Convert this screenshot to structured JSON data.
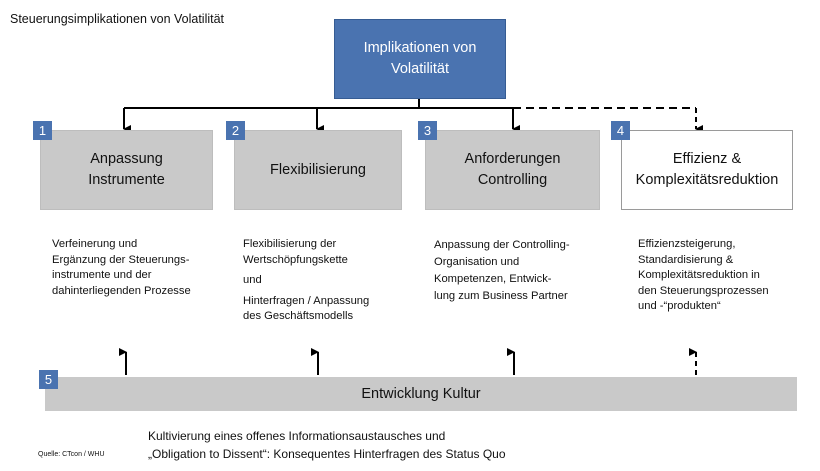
{
  "title": "Steuerungsimplikationen  von Volatilität",
  "center": {
    "line1": "Implikationen von",
    "line2": "Volatilität"
  },
  "areas": [
    {
      "number": "1",
      "line1": "Anpassung",
      "line2": "Instrumente",
      "desc": [
        "Verfeinerung und",
        "Ergänzung der Steuerungs-",
        "instrumente und der",
        "dahinterliegenden Prozesse"
      ]
    },
    {
      "number": "2",
      "line1": "Flexibilisierung",
      "line2": "",
      "desc": [
        "Flexibilisierung der",
        "Wertschöpfungskette",
        "und",
        "Hinterfragen / Anpassung",
        "des Geschäftsmodells"
      ]
    },
    {
      "number": "3",
      "line1": "Anforderungen",
      "line2": "Controlling",
      "desc": [
        "Anpassung der Controlling-",
        "Organisation und",
        "Kompetenzen,  Entwick-",
        "lung zum Business Partner"
      ]
    },
    {
      "number": "4",
      "line1": "Effizienz &",
      "line2": "Komplexitätsreduktion",
      "desc": [
        "Effizienzsteigerung,",
        "Standardisierung &",
        "Komplexitätsreduktion in",
        "den Steuerungsprozessen",
        "und -“produkten“"
      ]
    }
  ],
  "culture": {
    "number": "5",
    "label": "Entwicklung Kultur"
  },
  "bottom": {
    "line1": "Kultivierung  eines offenes Informationsaustausches und",
    "line2": "„Obligation to Dissent“: Konsequentes Hinterfragen des Status Quo"
  },
  "source": "Quelle: CTcon / WHU",
  "colors": {
    "accent": "#4a73b0",
    "box_gray": "#c9c9c9"
  }
}
